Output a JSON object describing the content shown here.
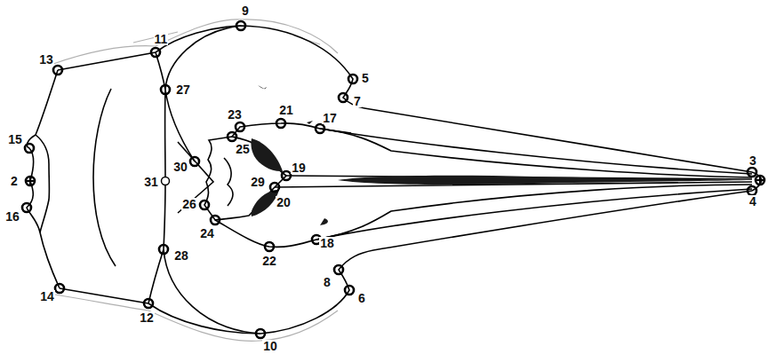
{
  "diagram": {
    "labels": [
      "9",
      "11",
      "13",
      "5",
      "27",
      "7",
      "23",
      "21",
      "17",
      "15",
      "25",
      "19",
      "30",
      "2",
      "31",
      "29",
      "26",
      "20",
      "16",
      "24",
      "22",
      "18",
      "28",
      "8",
      "6",
      "14",
      "12",
      "10",
      "3",
      "4"
    ]
  }
}
